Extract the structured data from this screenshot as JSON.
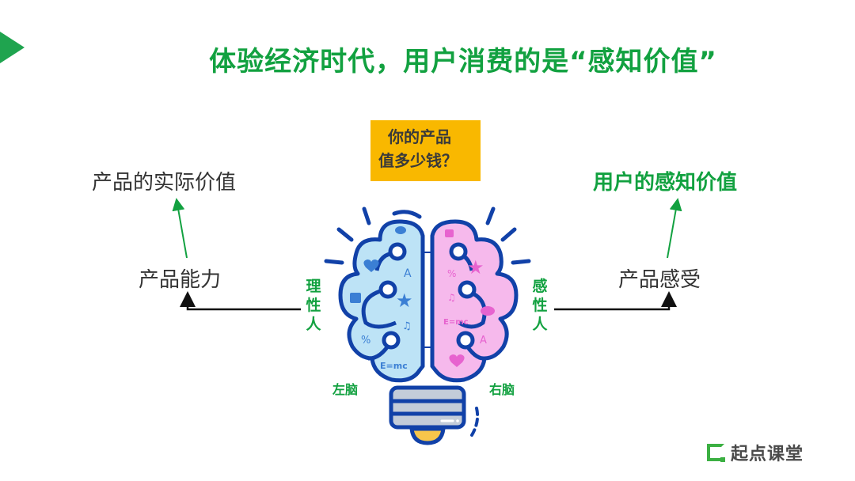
{
  "title": "体验经济时代，用户消费的是“感知价值”",
  "question_box": {
    "line1": "你的产品",
    "line2": "值多少钱？"
  },
  "left_side": {
    "top_label": "产品的实际价值",
    "mid_label": "产品能力",
    "person_label": [
      "理",
      "性",
      "人"
    ],
    "brain_half_label": "左脑"
  },
  "right_side": {
    "top_label": "用户的感知价值",
    "mid_label": "产品感受",
    "person_label": [
      "感",
      "性",
      "人"
    ],
    "brain_half_label": "右脑"
  },
  "brain_icons": {
    "left": [
      "lightbulb",
      "heart",
      "A",
      "puzzle",
      "star",
      "music-note",
      "%",
      "E=mc"
    ],
    "right": [
      "puzzle",
      "star",
      "%",
      "music-note",
      "lightbulb",
      "E=mc",
      "A",
      "heart"
    ]
  },
  "left_formula": "E=mc",
  "right_formula": "E=mc",
  "brand": {
    "name": "起点课堂"
  },
  "colors": {
    "green": "#12a140",
    "corner_arrow": "#1fa44f",
    "question_bg": "#f9b800",
    "brain_outline": "#1141a8",
    "left_brain_fill": "#bde3f6",
    "right_brain_fill": "#f6b9ec",
    "left_icon": "#3b7fd4",
    "right_icon": "#e763cf",
    "bulb_base": "#c3ccd9",
    "bulb_tip": "#f7c64b",
    "dark_text": "#333333"
  }
}
